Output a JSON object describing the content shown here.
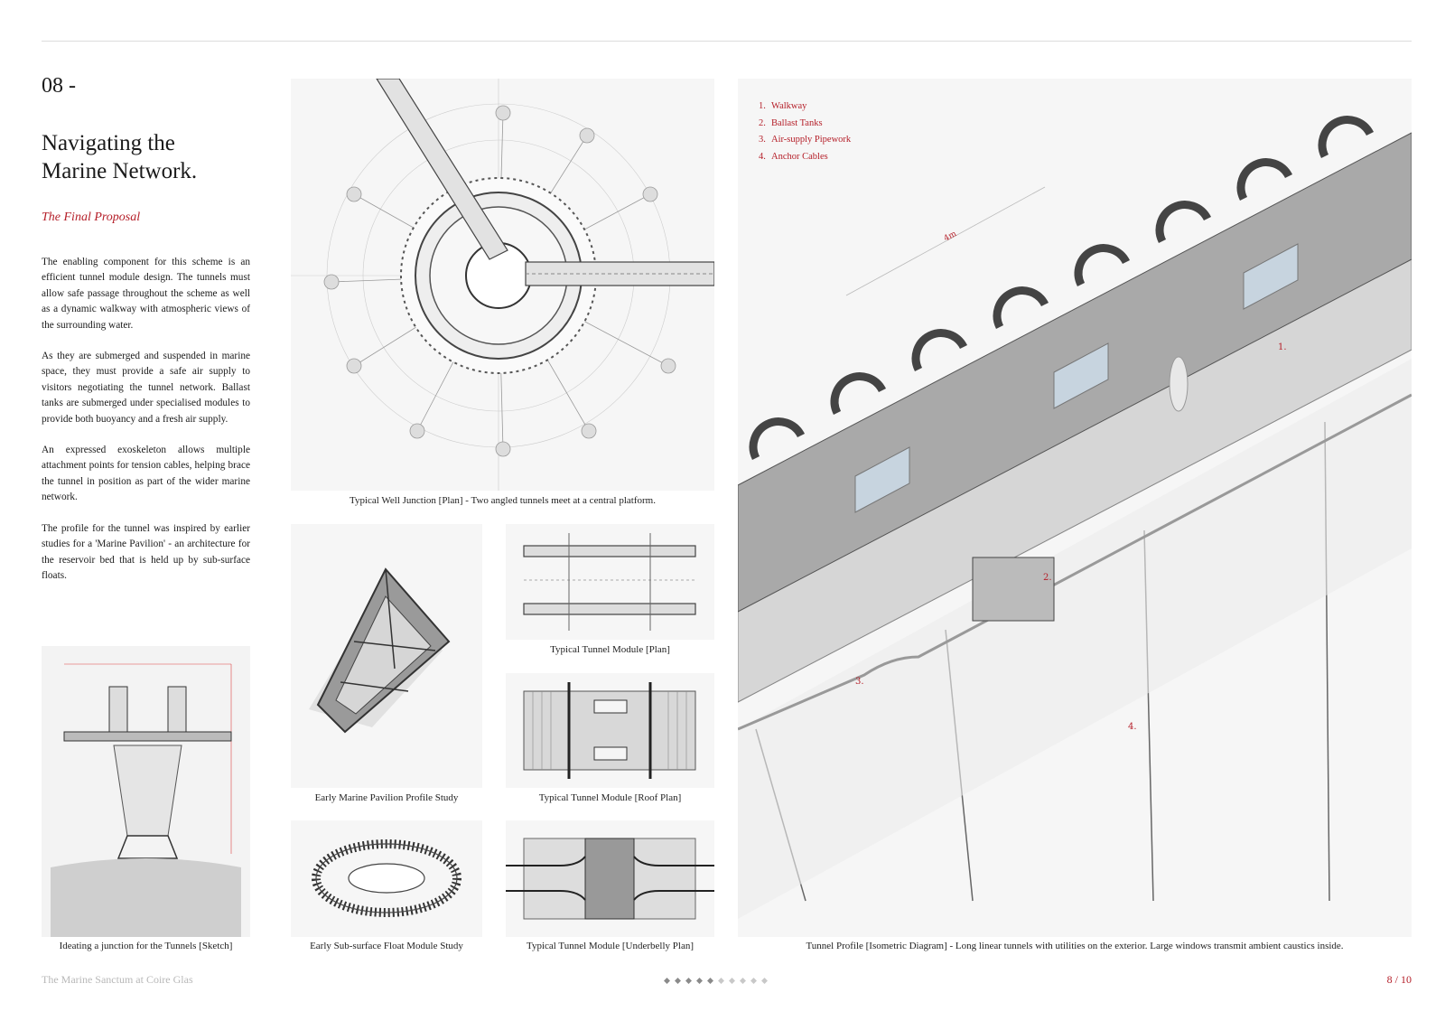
{
  "header": {
    "section_number": "08 -",
    "title_line1": "Navigating the",
    "title_line2": "Marine Network.",
    "subtitle": "The Final Proposal"
  },
  "body_paragraphs": [
    "The enabling component for this scheme is an efficient tunnel module design. The tunnels must allow safe passage throughout the scheme as well as a dynamic walkway with atmospheric views of the surrounding water.",
    "As they are submerged and suspended in marine space, they must provide a safe air supply to visitors negotiating the tunnel network. Ballast tanks are submerged under specialised modules to provide both buoyancy and a fresh air supply.",
    "An expressed exoskeleton allows multiple attachment points for tension cables, helping brace the tunnel in position as part of the wider marine network.",
    "The profile for the tunnel was inspired by earlier studies for a 'Marine Pavilion' - an architecture for the reservoir bed that is held up by sub-surface floats."
  ],
  "figures": {
    "well_junction": "Typical Well Junction [Plan] - Two angled tunnels meet at a central platform.",
    "pavilion": "Early Marine Pavilion Profile Study",
    "tunnel_plan": "Typical Tunnel Module [Plan]",
    "roof_plan": "Typical Tunnel Module [Roof Plan]",
    "sketch": "Ideating a junction for the Tunnels [Sketch]",
    "float": "Early Sub-surface Float Module Study",
    "underbelly": "Typical Tunnel Module [Underbelly Plan]",
    "isometric": "Tunnel Profile [Isometric Diagram] - Long linear tunnels with utilities on the exterior. Large windows transmit ambient caustics inside."
  },
  "iso_legend": [
    {
      "n": "1.",
      "label": "Walkway"
    },
    {
      "n": "2.",
      "label": "Ballast Tanks"
    },
    {
      "n": "3.",
      "label": "Air-supply Pipework"
    },
    {
      "n": "4.",
      "label": "Anchor Cables"
    }
  ],
  "iso_tags": {
    "t1": "1.",
    "t2": "2.",
    "t3": "3.",
    "t4": "4.",
    "dimension": "4m"
  },
  "footer": {
    "project": "The Marine Sanctum at Coire Glas",
    "page": "8 / 10",
    "current_page": 8,
    "total_pages": 10,
    "active_dots": 5
  },
  "colors": {
    "accent": "#b5202a",
    "panel": "#f6f6f6"
  }
}
